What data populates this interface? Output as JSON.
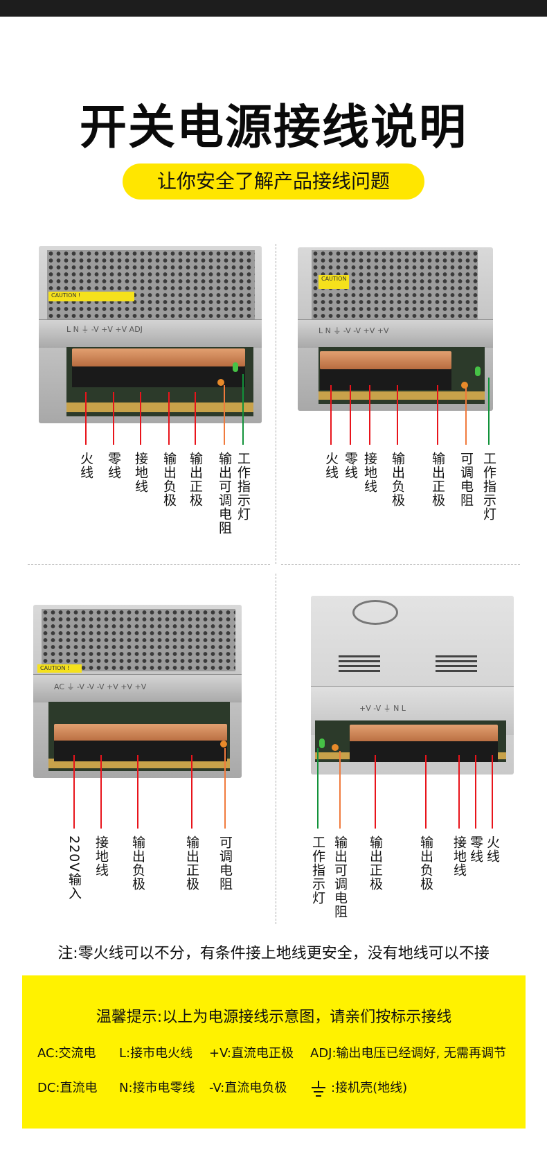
{
  "header": {
    "title": "开关电源接线说明",
    "subtitle": "让你安全了解产品接线问题"
  },
  "colors": {
    "red_wire": "#e8141b",
    "orange_wire": "#f07a3c",
    "green_wire": "#12923a",
    "accent_yellow": "#fff200"
  },
  "panels": [
    {
      "name": "top-left",
      "front_marking": "L  N  ⏚  -V  +V  +V ADJ",
      "caution": "CAUTION !",
      "labels": [
        {
          "text": "火线",
          "color": "red"
        },
        {
          "text": "零线",
          "color": "red"
        },
        {
          "text": "接地线",
          "color": "red"
        },
        {
          "text": "输出负极",
          "color": "red"
        },
        {
          "text": "输出正极",
          "color": "red"
        },
        {
          "text": "输出可调电阻",
          "color": "orange"
        },
        {
          "text": "工作指示灯",
          "color": "green"
        }
      ]
    },
    {
      "name": "top-right",
      "front_marking": "L  N  ⏚  -V  -V  +V  +V",
      "caution": "CAUTION",
      "labels": [
        {
          "text": "火线",
          "color": "red"
        },
        {
          "text": "零线",
          "color": "red"
        },
        {
          "text": "接地线",
          "color": "red"
        },
        {
          "text": "输出负极",
          "color": "red"
        },
        {
          "text": "输出正极",
          "color": "red"
        },
        {
          "text": "可调电阻",
          "color": "orange"
        },
        {
          "text": "工作指示灯",
          "color": "green"
        }
      ]
    },
    {
      "name": "bottom-left",
      "front_marking": "AC  ⏚  -V -V -V  +V +V +V",
      "caution": "CAUTION !",
      "labels": [
        {
          "text": "220V输入",
          "color": "red"
        },
        {
          "text": "接地线",
          "color": "red"
        },
        {
          "text": "输出负极",
          "color": "red"
        },
        {
          "text": "输出正极",
          "color": "red"
        },
        {
          "text": "可调电阻",
          "color": "orange"
        }
      ]
    },
    {
      "name": "bottom-right",
      "front_marking": "+V        -V        ⏚  N  L",
      "caution": "",
      "labels": [
        {
          "text": "工作指示灯",
          "color": "green"
        },
        {
          "text": "输出可调电阻",
          "color": "orange"
        },
        {
          "text": "输出正极",
          "color": "red"
        },
        {
          "text": "输出负极",
          "color": "red"
        },
        {
          "text": "接地线",
          "color": "red"
        },
        {
          "text": "零线",
          "color": "red"
        },
        {
          "text": "火线",
          "color": "red"
        }
      ]
    }
  ],
  "note": "注:零火线可以不分，有条件接上地线更安全，没有地线可以不接",
  "tips": {
    "title": "温馨提示:以上为电源接线示意图，请亲们按标示接线",
    "row1": [
      "AC:交流电",
      "L:接市电火线",
      "+V:直流电正极",
      "ADJ:输出电压已经调好, 无需再调节"
    ],
    "row2": [
      "DC:直流电",
      "N:接市电零线",
      "-V:直流电负极",
      ":接机壳(地线)"
    ],
    "ground_icon": "ground-symbol-icon"
  }
}
